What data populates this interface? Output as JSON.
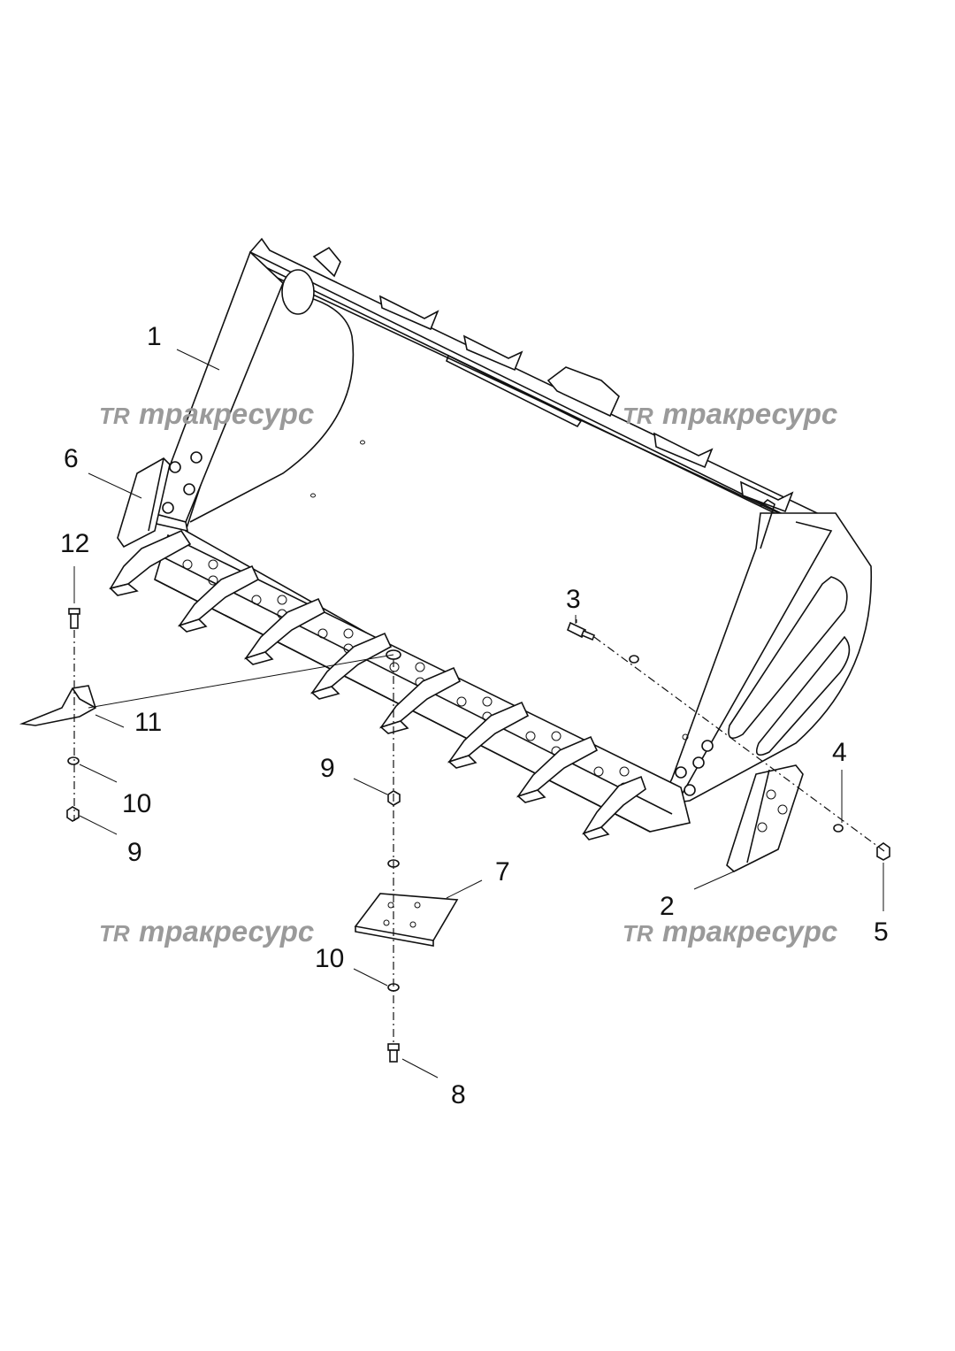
{
  "watermark": {
    "logo": "TR",
    "text": "тракресурс"
  },
  "callouts": [
    {
      "id": "c1",
      "label": "1"
    },
    {
      "id": "c2",
      "label": "2"
    },
    {
      "id": "c3",
      "label": "3"
    },
    {
      "id": "c4",
      "label": "4"
    },
    {
      "id": "c5",
      "label": "5"
    },
    {
      "id": "c6",
      "label": "6"
    },
    {
      "id": "c7",
      "label": "7"
    },
    {
      "id": "c8",
      "label": "8"
    },
    {
      "id": "c9a",
      "label": "9"
    },
    {
      "id": "c9b",
      "label": "9"
    },
    {
      "id": "c10a",
      "label": "10"
    },
    {
      "id": "c10b",
      "label": "10"
    },
    {
      "id": "c11",
      "label": "11"
    },
    {
      "id": "c12",
      "label": "12"
    }
  ]
}
